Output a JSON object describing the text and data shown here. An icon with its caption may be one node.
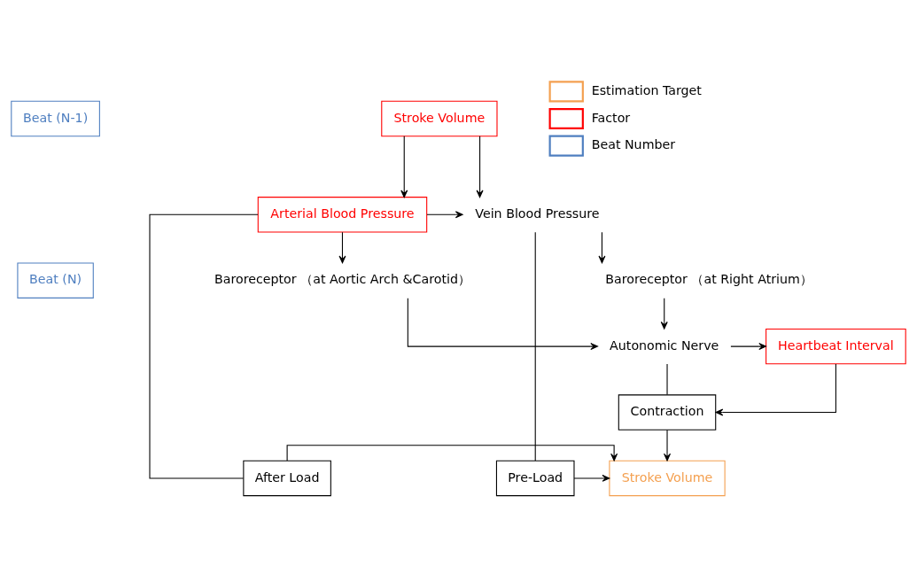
{
  "diagram": {
    "nodes": [
      {
        "text": [
          "Beat (N-1)"
        ]
      },
      {
        "text": [
          "Stroke Volume"
        ]
      },
      {
        "text": [
          "Arterial Blood Pressure"
        ]
      },
      {
        "text": [
          "Vein Blood Pressure"
        ]
      },
      {
        "text": [
          "Beat (N)"
        ]
      },
      {
        "text": [
          "Baroreceptor （at Aortic Arch &Carotid）"
        ]
      },
      {
        "text": [
          "Baroreceptor （at Right Atrium）"
        ]
      },
      {
        "text": [
          "Autonomic Nerve"
        ]
      },
      {
        "text": [
          "Heartbeat Interval"
        ]
      },
      {
        "text": [
          "Contraction"
        ]
      },
      {
        "text": [
          "After Load"
        ]
      },
      {
        "text": [
          "Stroke Volume"
        ]
      },
      {
        "text": [
          "Pre-Load"
        ]
      }
    ],
    "edges": [
      {
        "from": 1,
        "to": 2,
        "arrow": "to"
      },
      {
        "from": 1,
        "to": 3,
        "arrow": "to"
      },
      {
        "from": 2,
        "to": 3,
        "arrow": "to"
      },
      {
        "from": 2,
        "to": 5,
        "arrow": "to"
      },
      {
        "from": 3,
        "to": 6,
        "arrow": "to"
      },
      {
        "from": 2,
        "to": 10,
        "arrow": "none"
      },
      {
        "from": 3,
        "to": 12,
        "arrow": "none"
      },
      {
        "from": 5,
        "to": 7,
        "arrow": "to"
      },
      {
        "from": 6,
        "to": 7,
        "arrow": "to"
      },
      {
        "from": 7,
        "to": 8,
        "arrow": "to"
      },
      {
        "from": 7,
        "to": 9,
        "arrow": "none"
      },
      {
        "from": 8,
        "to": 9,
        "arrow": "to"
      },
      {
        "from": 9,
        "to": 11,
        "arrow": "to"
      },
      {
        "from": 10,
        "to": 11,
        "arrow": "to"
      },
      {
        "from": 12,
        "to": 11,
        "arrow": "to"
      }
    ],
    "legend": [
      {
        "text": "Estimation Target",
        "color": "#f4a050"
      },
      {
        "text": "Factor",
        "color": "#ff0000"
      },
      {
        "text": "Beat Number",
        "color": "#4f7fc0"
      }
    ]
  }
}
